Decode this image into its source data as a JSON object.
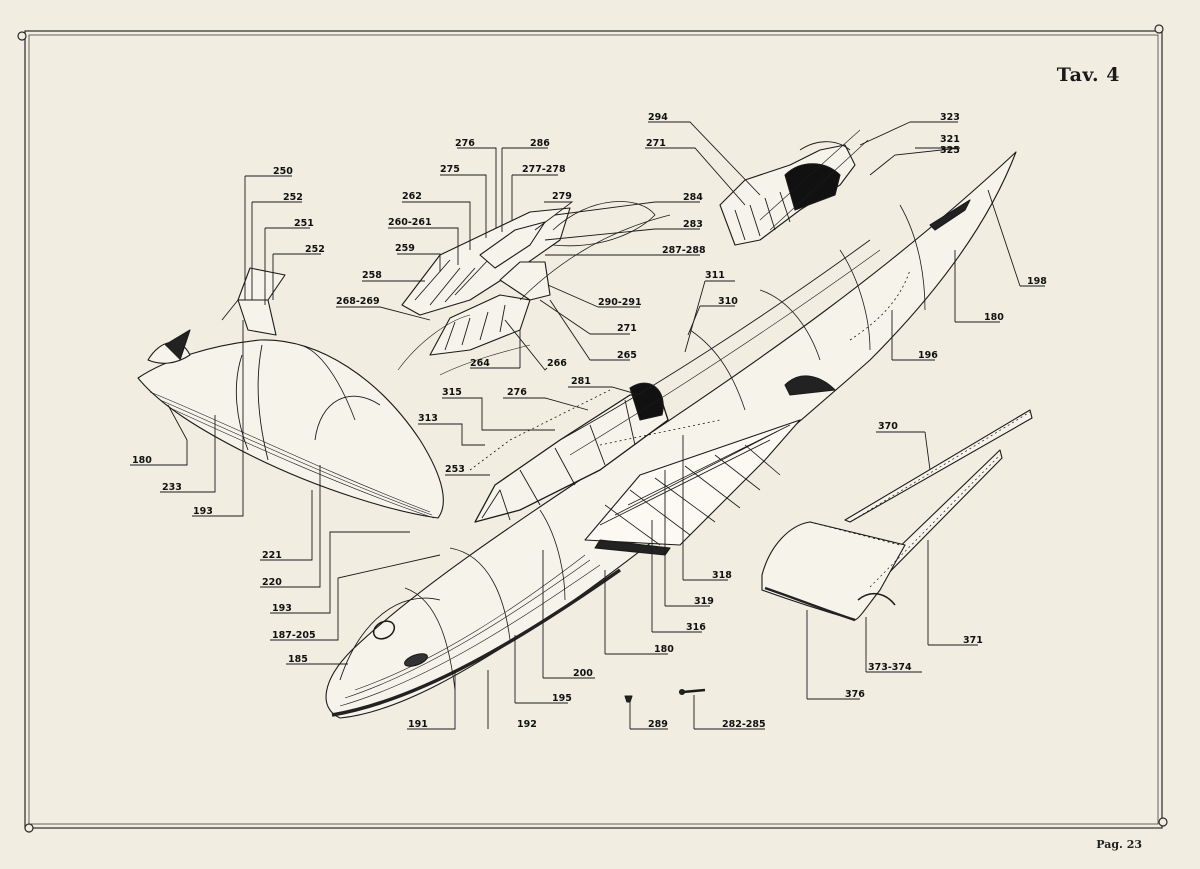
{
  "plate": {
    "title": "Tav. 4",
    "page": "Pag. 23"
  },
  "callouts": {
    "c180a": "180",
    "c233": "233",
    "c193a": "193",
    "c221": "221",
    "c220": "220",
    "c193b": "193",
    "c187_205": "187-205",
    "c185": "185",
    "c191": "191",
    "c192": "192",
    "c195": "195",
    "c200": "200",
    "c180b": "180",
    "c316": "316",
    "c319": "319",
    "c318": "318",
    "c289": "289",
    "c282_285": "282-285",
    "c250": "250",
    "c252a": "252",
    "c251": "251",
    "c252b": "252",
    "c276a": "276",
    "c286": "286",
    "c275": "275",
    "c277_278": "277-278",
    "c262": "262",
    "c279": "279",
    "c284": "284",
    "c260_261": "260-261",
    "c283": "283",
    "c259": "259",
    "c287_288": "287-288",
    "c258": "258",
    "c268_269": "268-269",
    "c290_291": "290-291",
    "c271a": "271",
    "c264": "264",
    "c266": "266",
    "c265": "265",
    "c294": "294",
    "c271b": "271",
    "c323": "323",
    "c321": "321",
    "c325": "325",
    "c198": "198",
    "c180c": "180",
    "c196": "196",
    "c311": "311",
    "c310": "310",
    "c315": "315",
    "c276b": "276",
    "c281": "281",
    "c313": "313",
    "c253": "253",
    "c370": "370",
    "c371": "371",
    "c373_374": "373-374",
    "c376": "376"
  }
}
